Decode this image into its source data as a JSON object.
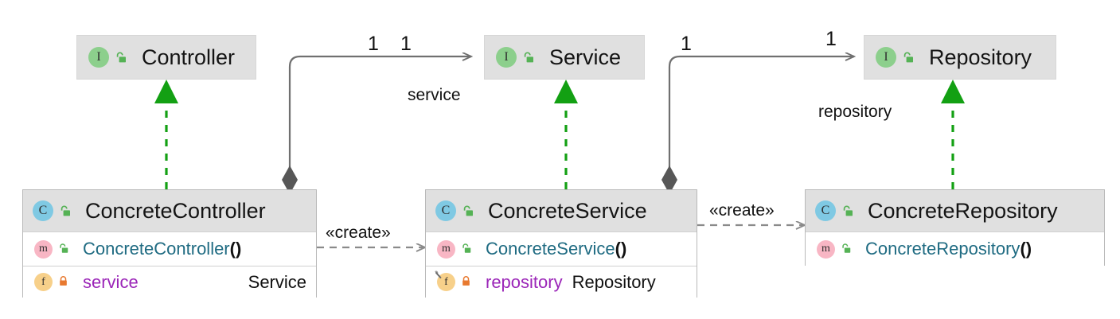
{
  "diagram": {
    "title": "UML class diagram: Controller / Service / Repository layered pattern",
    "colors": {
      "interface_badge": "#8ccf8c",
      "class_badge": "#7fc9e3",
      "method_badge": "#f8b6c4",
      "field_badge": "#f7d08a",
      "lock_public": "#55b255",
      "lock_private": "#e8792f",
      "header_fill": "#e0e0e0",
      "body_fill": "#ffffff",
      "border": "#b9b9b9",
      "realization_green": "#13a013",
      "association_gray": "#707070",
      "dependency_gray": "#8a8a8a",
      "method_text": "#1f6b82",
      "field_text": "#9b25b8",
      "type_text": "#111111"
    },
    "interfaces": [
      {
        "id": "controller",
        "name": "Controller",
        "icon": "interface-icon",
        "visibility_icon": "unlocked-padlock-icon",
        "visibility": "public"
      },
      {
        "id": "service",
        "name": "Service",
        "icon": "interface-icon",
        "visibility_icon": "unlocked-padlock-icon",
        "visibility": "public"
      },
      {
        "id": "repository",
        "name": "Repository",
        "icon": "interface-icon",
        "visibility_icon": "unlocked-padlock-icon",
        "visibility": "public"
      }
    ],
    "classes": [
      {
        "id": "concrete-controller",
        "name": "ConcreteController",
        "icon": "class-icon",
        "visibility_icon": "unlocked-padlock-icon",
        "members": [
          {
            "kind": "method",
            "icon": "method-icon",
            "visibility_icon": "unlocked-padlock-icon",
            "name": "ConcreteController",
            "parens": "()",
            "type": ""
          },
          {
            "kind": "field",
            "icon": "field-icon",
            "badge_overlay": "pin-icon",
            "has_overlay": false,
            "visibility_icon": "locked-padlock-icon",
            "name": "service",
            "parens": "",
            "type": "Service"
          }
        ]
      },
      {
        "id": "concrete-service",
        "name": "ConcreteService",
        "icon": "class-icon",
        "visibility_icon": "unlocked-padlock-icon",
        "members": [
          {
            "kind": "method",
            "icon": "method-icon",
            "visibility_icon": "unlocked-padlock-icon",
            "name": "ConcreteService",
            "parens": "()",
            "type": ""
          },
          {
            "kind": "field",
            "icon": "field-icon",
            "badge_overlay": "pin-icon",
            "has_overlay": true,
            "visibility_icon": "locked-padlock-icon",
            "name": "repository",
            "parens": "",
            "type": "Repository"
          }
        ]
      },
      {
        "id": "concrete-repository",
        "name": "ConcreteRepository",
        "icon": "class-icon",
        "visibility_icon": "unlocked-padlock-icon",
        "members": [
          {
            "kind": "method",
            "icon": "method-icon",
            "visibility_icon": "unlocked-padlock-icon",
            "name": "ConcreteRepository",
            "parens": "()",
            "type": ""
          }
        ]
      }
    ],
    "edge_labels": {
      "service_mult_source": "1",
      "service_mult_target": "1",
      "service_role": "service",
      "repository_mult_source": "1",
      "repository_mult_target": "1",
      "repository_role": "repository",
      "create_controller_service": "«create»",
      "create_service_repository": "«create»"
    },
    "relationships": [
      {
        "from": "ConcreteController",
        "to": "Controller",
        "type": "realization"
      },
      {
        "from": "ConcreteService",
        "to": "Service",
        "type": "realization"
      },
      {
        "from": "ConcreteRepository",
        "to": "Repository",
        "type": "realization"
      },
      {
        "from": "ConcreteController",
        "to": "Service",
        "type": "composition",
        "role": "service",
        "source_mult": "1",
        "target_mult": "1"
      },
      {
        "from": "ConcreteService",
        "to": "Repository",
        "type": "composition",
        "role": "repository",
        "source_mult": "1",
        "target_mult": "1"
      },
      {
        "from": "ConcreteController",
        "to": "ConcreteService",
        "type": "dependency",
        "stereotype": "«create»"
      },
      {
        "from": "ConcreteService",
        "to": "ConcreteRepository",
        "type": "dependency",
        "stereotype": "«create»"
      }
    ]
  }
}
